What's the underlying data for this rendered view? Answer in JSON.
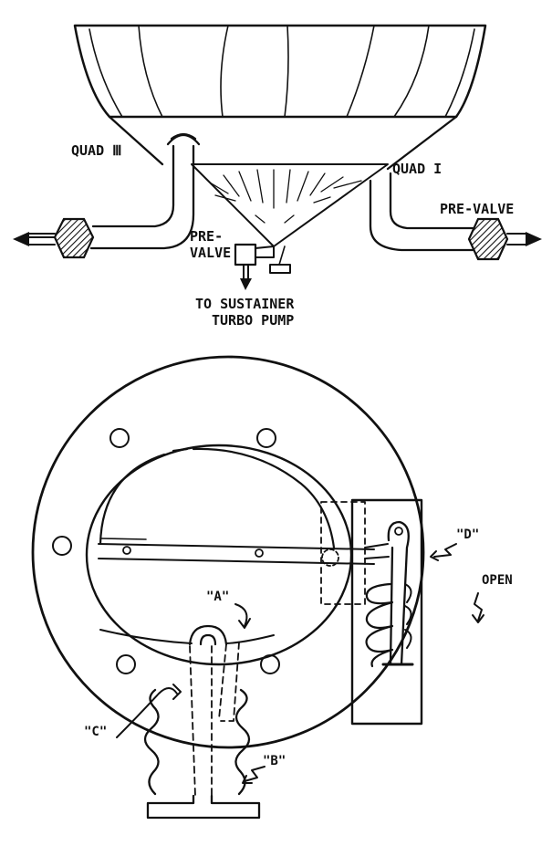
{
  "top_diagram": {
    "labels": {
      "quad_3": "QUAD Ⅲ",
      "quad_1": "QUAD I",
      "prevalve_right": "PRE-VALVE",
      "prevalve_center_line1": "PRE-",
      "prevalve_center_line2": "VALVE",
      "destination_line1": "TO SUSTAINER",
      "destination_line2": "TURBO PUMP"
    }
  },
  "bottom_diagram": {
    "labels": {
      "a": "\"A\"",
      "b": "\"B\"",
      "c": "\"C\"",
      "d": "\"D\"",
      "open": "OPEN"
    }
  },
  "colors": {
    "ink": "#111111",
    "paper": "#ffffff"
  },
  "icons": [
    "arrow-left-icon",
    "arrow-right-icon",
    "arrow-down-icon",
    "squiggle-arrow-icon"
  ]
}
